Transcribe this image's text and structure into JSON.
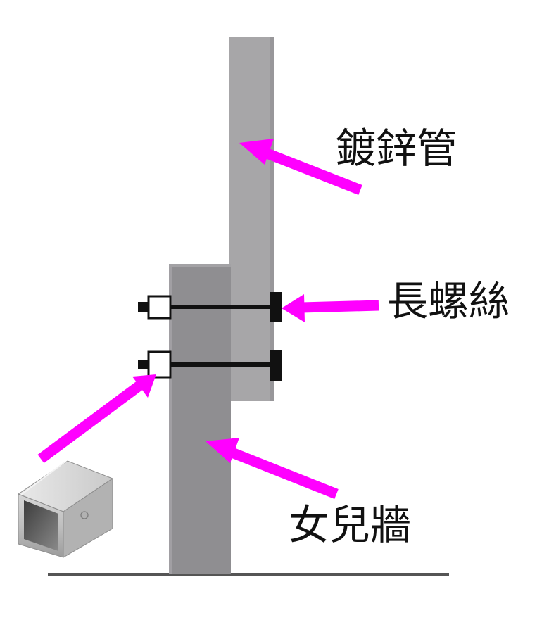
{
  "labels": {
    "galvanized_pipe": "鍍鋅管",
    "long_bolt": "長螺絲",
    "parapet_wall": "女兒牆"
  },
  "colors": {
    "arrow": "#ff00ff",
    "pipe": "#a7a6a8",
    "wall": "#8f8e91",
    "bolt": "#111111",
    "ground": "#555555",
    "background": "#ffffff"
  },
  "icons": {
    "square_tube": "square-steel-tube-icon"
  }
}
